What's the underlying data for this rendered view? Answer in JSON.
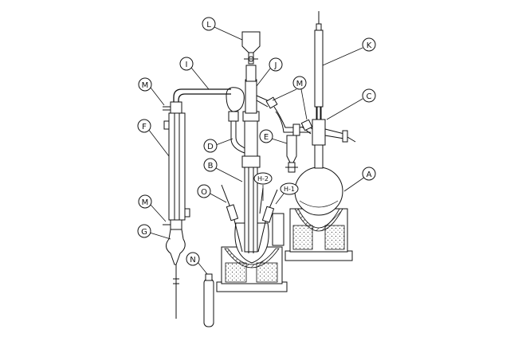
{
  "labels": {
    "A": "A",
    "B": "B",
    "C": "C",
    "D": "D",
    "E": "E",
    "F": "F",
    "G": "G",
    "H1": "H-1",
    "H2": "H-2",
    "I": "I",
    "J": "J",
    "K": "K",
    "L": "L",
    "M_top": "M",
    "M_mid": "M",
    "M_bottom": "M",
    "N": "N",
    "O": "O"
  },
  "colors": {
    "line": "#111111",
    "background": "#ffffff",
    "heater_fill": "dotted"
  }
}
